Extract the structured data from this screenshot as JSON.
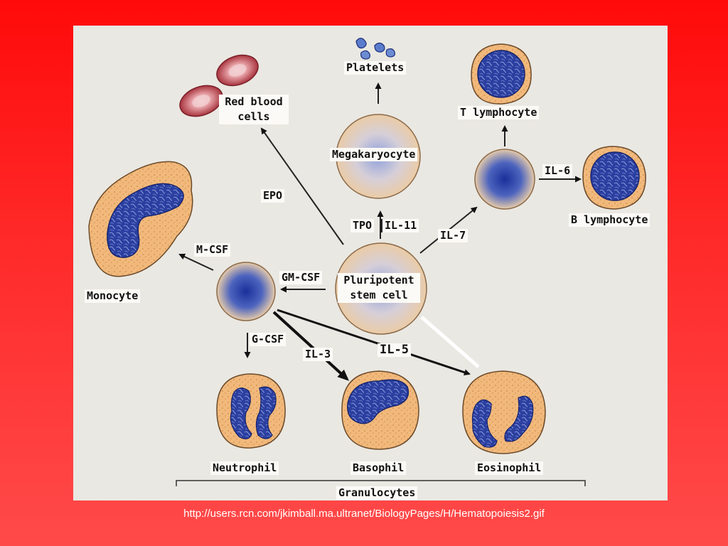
{
  "colors": {
    "slide_background": "#ff1a1a",
    "panel_background": "#eae8e2",
    "cell_cytoplasm": "#f0b878",
    "nucleus": "#2a3f9e",
    "stem_cell": "#e8c9a6",
    "red_blood_cell": "#b8454e"
  },
  "cells": {
    "platelets": "Platelets",
    "red_blood_cells": "Red blood cells",
    "megakaryocyte": "Megakaryocyte",
    "t_lymphocyte": "T lymphocyte",
    "b_lymphocyte": "B lymphocyte",
    "monocyte": "Monocyte",
    "pluripotent_stem_cell": "Pluripotent stem cell",
    "neutrophil": "Neutrophil",
    "basophil": "Basophil",
    "eosinophil": "Eosinophil",
    "granulocytes": "Granulocytes"
  },
  "factors": {
    "epo": "EPO",
    "tpo": "TPO",
    "il_11": "IL-11",
    "il_7": "IL-7",
    "il_6": "IL-6",
    "m_csf": "M-CSF",
    "gm_csf": "GM-CSF",
    "g_csf": "G-CSF",
    "il_3": "IL-3",
    "il_5": "IL-5"
  },
  "source_url": "http://users.rcn.com/jkimball.ma.ultranet/BiologyPages/H/Hematopoiesis2.gif"
}
